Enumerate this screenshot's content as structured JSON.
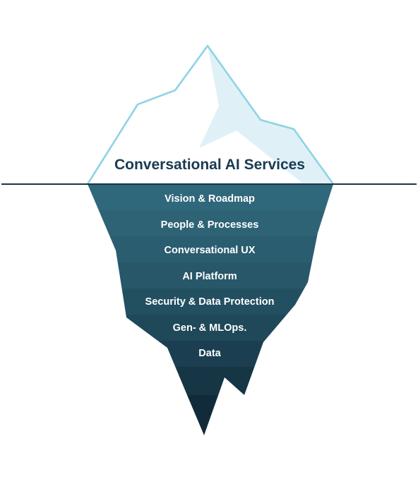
{
  "title": "Conversational AI Services",
  "layers": [
    "Vision & Roadmap",
    "People & Processes",
    "Conversational UX",
    "AI Platform",
    "Security & Data Protection",
    "Gen- & MLOps.",
    "Data"
  ],
  "colors": {
    "tip_fill": "#ffffff",
    "tip_shade": "#dff1f7",
    "tip_outline": "#8fd3e6",
    "waterline": "#1b3547",
    "title_text": "#1a3a52",
    "band_colors": [
      "#30687b",
      "#2d6375",
      "#2a5d6f",
      "#275768",
      "#235061",
      "#1f4859",
      "#1b3f50",
      "#163545",
      "#112b3a"
    ]
  }
}
